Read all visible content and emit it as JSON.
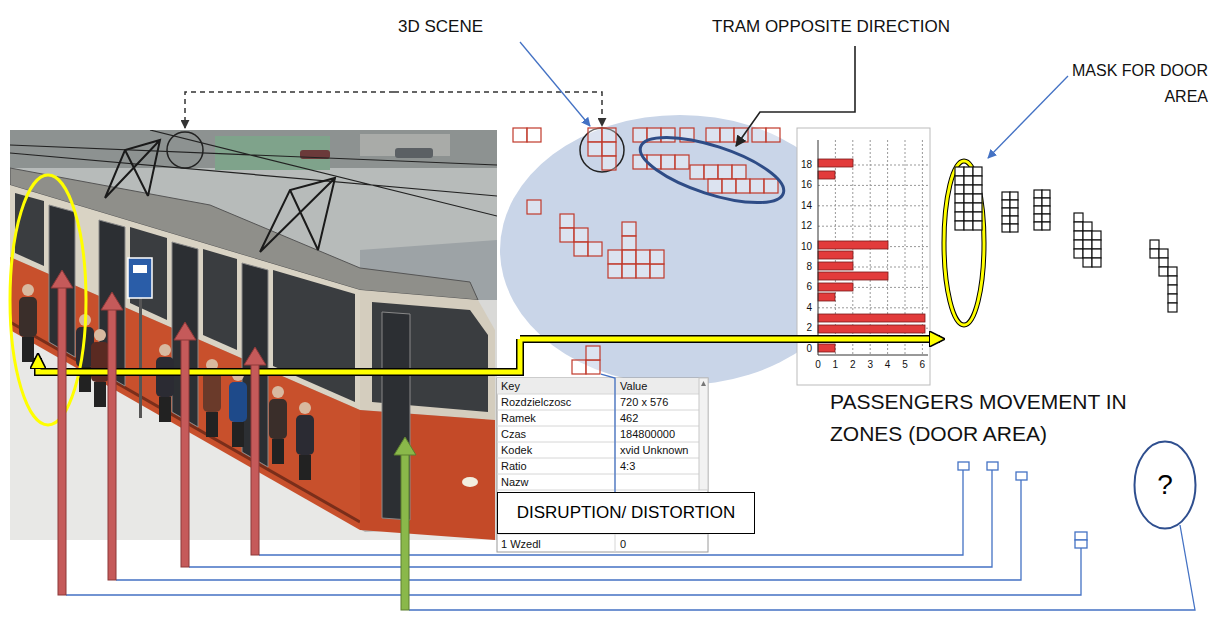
{
  "diagram": {
    "nodes": [
      {
        "text": [
          "DISRUPTION/ DISTORTION"
        ]
      },
      {
        "text": [
          "?"
        ]
      }
    ],
    "labels": [
      "3D SCENE",
      "TRAM OPPOSITE DIRECTION",
      "MASK FOR DOOR AREA",
      "18",
      "16",
      "14",
      "12",
      "10",
      "8",
      "6",
      "4",
      "2",
      "0",
      "0",
      "1",
      "2",
      "3",
      "4",
      "5",
      "6",
      "PASSENGERS MOVEMENT IN ZONES (DOOR AREA)",
      "Key",
      "Value",
      "Rozdzielczosc",
      "720 x 576",
      "Ramek",
      "462",
      "Czas",
      "184800000",
      "Kodek",
      "xvid Unknown",
      "Ratio",
      "4:3",
      "Nazw",
      "1 Wzedl",
      "0"
    ]
  }
}
